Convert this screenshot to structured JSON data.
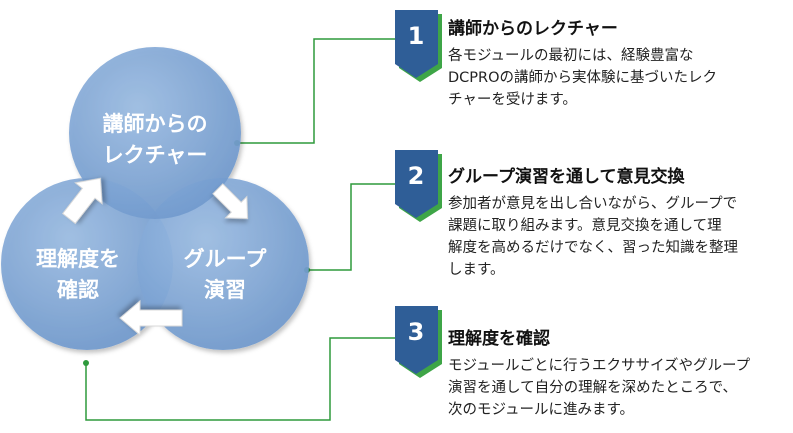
{
  "colors": {
    "circle": "#7aa3d3",
    "circle_dark": "#5d89bf",
    "badge": "#2f5e97",
    "badge_shadow": "#3ea547",
    "line": "#2e9a3c"
  },
  "circles": {
    "top": {
      "lines": [
        "講師からの",
        "レクチャー"
      ]
    },
    "right": {
      "lines": [
        "グループ",
        "演習"
      ]
    },
    "left": {
      "lines": [
        "理解度を",
        "確認"
      ]
    }
  },
  "steps": [
    {
      "number": "1",
      "title": "講師からのレクチャー",
      "body": [
        "各モジュールの最初には、経験豊富な",
        "DCPROの講師から実体験に基づいたレク",
        "チャーを受けます。"
      ]
    },
    {
      "number": "2",
      "title": "グループ演習を通して意見交換",
      "body": [
        "参加者が意見を出し合いながら、グループで",
        "課題に取り組みます。意見交換を通して理",
        "解度を高めるだけでなく、習った知識を整理",
        "します。"
      ]
    },
    {
      "number": "3",
      "title": "理解度を確認",
      "body": [
        "モジュールごとに行うエクササイズやグループ",
        "演習を通して自分の理解を深めたところで、",
        "次のモジュールに進みます。"
      ]
    }
  ]
}
